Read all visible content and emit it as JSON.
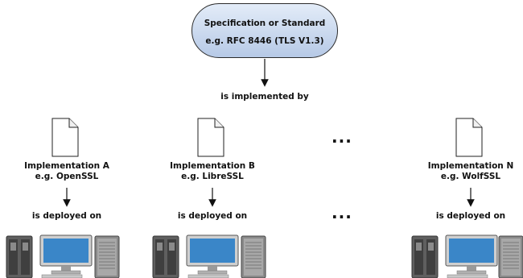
{
  "spec": {
    "title": "Specification or Standard",
    "example": "e.g. RFC 8446 (TLS V1.3)"
  },
  "relation_implemented": "is implemented by",
  "implementations": [
    {
      "name": "Implementation A",
      "example": "e.g. OpenSSL",
      "deploy_label": "is deployed on"
    },
    {
      "name": "Implementation B",
      "example": "e.g. LibreSSL",
      "deploy_label": "is deployed on"
    },
    {
      "name": "Implementation N",
      "example": "e.g. WolfSSL",
      "deploy_label": "is deployed on"
    }
  ],
  "ellipsis": "...",
  "icons": {
    "spec": "rounded-terminator-shape",
    "implementation": "document-icon",
    "deployment": [
      "server-icon",
      "desktop-computer-icon",
      "server-tower-icon"
    ]
  },
  "colors": {
    "spec_fill_top": "#e3ecf8",
    "spec_fill_bottom": "#b6c9e6",
    "monitor": "#3a86c8",
    "server": "#6a6a6a"
  }
}
